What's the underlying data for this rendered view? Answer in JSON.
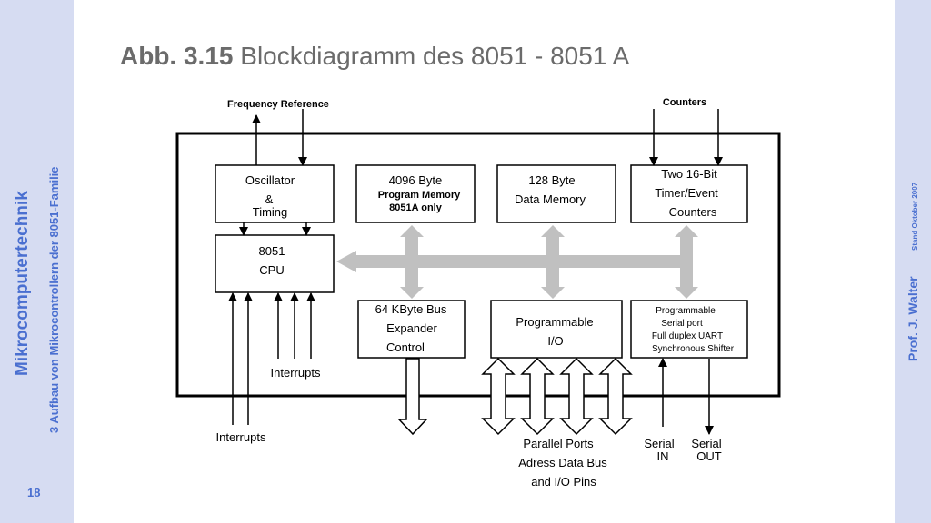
{
  "sidebar": {
    "course": "Mikrocomputertechnik",
    "chapter": "3 Aufbau von Mikrocontrollern der 8051-Familie",
    "page": "18"
  },
  "right_sidebar": {
    "author": "Prof. J. Walter",
    "date": "Stand Oktober 2007"
  },
  "title": {
    "prefix": "Abb. 3.15",
    "text": "Blockdiagramm des 8051 - 8051 A"
  },
  "diagram": {
    "frequency_reference": "Frequency Reference",
    "counters": "Counters",
    "oscillator": [
      "Oscillator",
      "&",
      "Timing"
    ],
    "cpu": [
      "8051",
      "CPU"
    ],
    "program_memory": [
      "4096 Byte",
      "Program Memory",
      "8051A only"
    ],
    "data_memory": [
      "128 Byte",
      "Data Memory"
    ],
    "timer": [
      "Two 16-Bit",
      "Timer/Event",
      "Counters"
    ],
    "bus_expander": [
      "64 KByte Bus",
      "Expander",
      "Control"
    ],
    "programmable_io": [
      "Programmable",
      "I/O"
    ],
    "serial_port": [
      "Programmable",
      "Serial port",
      "Full duplex UART",
      "Synchronous Shifter"
    ],
    "interrupts_inner": "Interrupts",
    "interrupts_outer": "Interrupts",
    "parallel_ports": [
      "Parallel Ports",
      "Adress Data Bus",
      "and I/O Pins"
    ],
    "serial_in": [
      "Serial",
      "IN"
    ],
    "serial_out": [
      "Serial",
      "OUT"
    ]
  },
  "colors": {
    "accent": "#4a6fd0",
    "sidebar_bg": "#d6dcf2",
    "bus_gray": "#c0c0c0",
    "title_gray": "#6b6b6b"
  }
}
